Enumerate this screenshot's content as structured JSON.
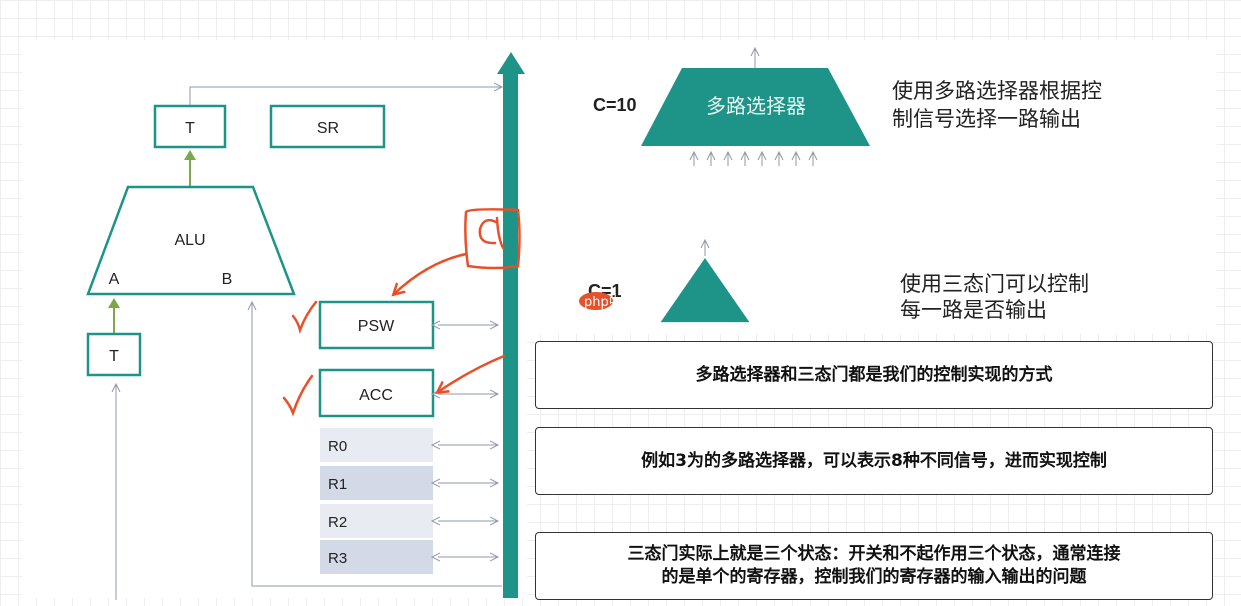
{
  "diagram": {
    "left": {
      "register_t_top": "T",
      "register_sr": "SR",
      "alu_label": "ALU",
      "alu_input_a": "A",
      "alu_input_b": "B",
      "register_t_bottom": "T",
      "register_psw": "PSW",
      "register_acc": "ACC",
      "general_registers": [
        "R0",
        "R1",
        "R2",
        "R3"
      ],
      "handwritten_annotation": "a"
    },
    "right": {
      "mux_control_label": "C=10",
      "mux_label": "多路选择器",
      "mux_description_line1": "使用多路选择器根据控",
      "mux_description_line2": "制信号选择一路输出",
      "tristate_control_label": "C=1",
      "tristate_description_line1": "使用三态门可以控制",
      "tristate_description_line2": "每一路是否输出",
      "watermark": "php中文网"
    },
    "colors": {
      "teal": "#1e9488",
      "annotation_orange": "#e8502a",
      "green_arrow": "#7aa84a",
      "register_fill": "#dde2ee"
    }
  },
  "captions": [
    {
      "lines": [
        "多路选择器和三态门都是我们的控制实现的方式"
      ]
    },
    {
      "lines": [
        "例如3为的多路选择器，可以表示8种不同信号，进而实现控制"
      ]
    },
    {
      "lines": [
        "三态门实际上就是三个状态：开关和不起作用三个状态，通常连接",
        "的是单个的寄存器，控制我们的寄存器的输入输出的问题"
      ]
    }
  ]
}
